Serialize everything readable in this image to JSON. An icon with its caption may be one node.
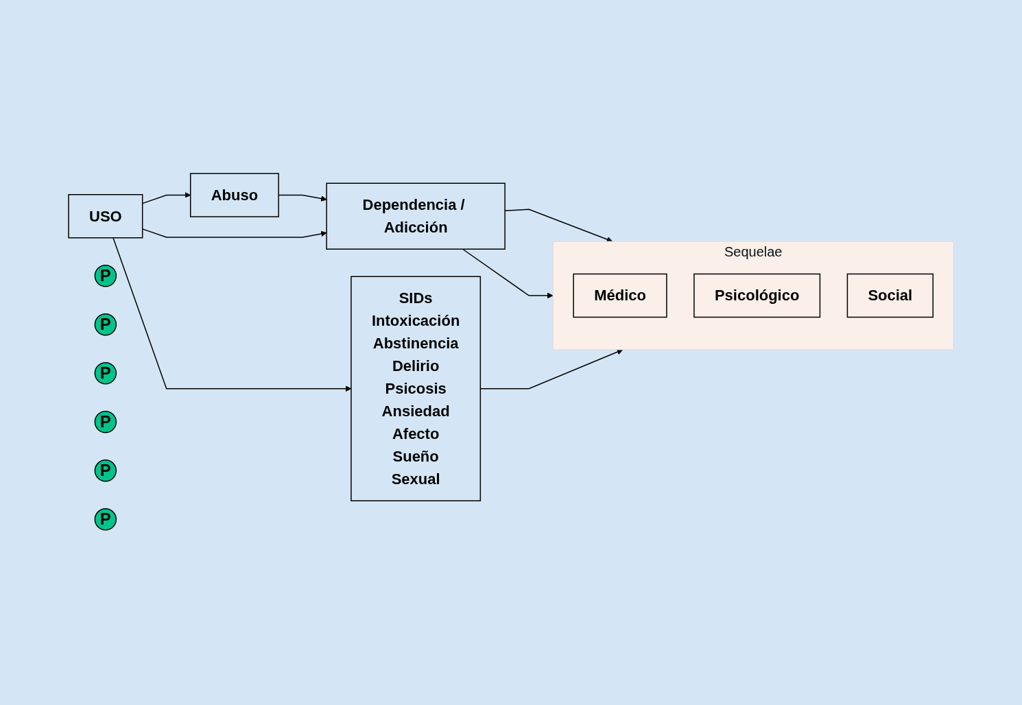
{
  "diagram": {
    "nodes": [
      {
        "text": [
          "USO"
        ]
      },
      {
        "text": [
          "Abuso"
        ]
      },
      {
        "text": [
          "Dependencia / Adicción"
        ]
      },
      {
        "text": [
          "SIDs",
          "Intoxicación",
          "Abstinencia",
          "Delirio",
          "Psicosis",
          "Ansiedad",
          "Afecto",
          "Sueño",
          "Sexual"
        ]
      },
      {
        "text": [
          "Sequelae"
        ]
      },
      {
        "text": [
          "Médico"
        ],
        "in": 4
      },
      {
        "text": [
          "Psicológico"
        ],
        "in": 4
      },
      {
        "text": [
          "Social"
        ],
        "in": 4
      },
      {
        "text": [
          "P"
        ]
      },
      {
        "text": [
          "P"
        ]
      },
      {
        "text": [
          "P"
        ]
      },
      {
        "text": [
          "P"
        ]
      },
      {
        "text": [
          "P"
        ]
      },
      {
        "text": [
          "P"
        ]
      }
    ],
    "edges": [
      {
        "from": 0,
        "to": 1,
        "arrow": "to"
      },
      {
        "from": 1,
        "to": 2,
        "arrow": "to"
      },
      {
        "from": 0,
        "to": 2,
        "arrow": "to"
      },
      {
        "from": 0,
        "to": 3,
        "arrow": "to"
      },
      {
        "from": 2,
        "to": 4,
        "arrow": "to"
      },
      {
        "from": 2,
        "to": 4,
        "arrow": "to"
      },
      {
        "from": 3,
        "to": 4,
        "arrow": "to"
      }
    ]
  }
}
